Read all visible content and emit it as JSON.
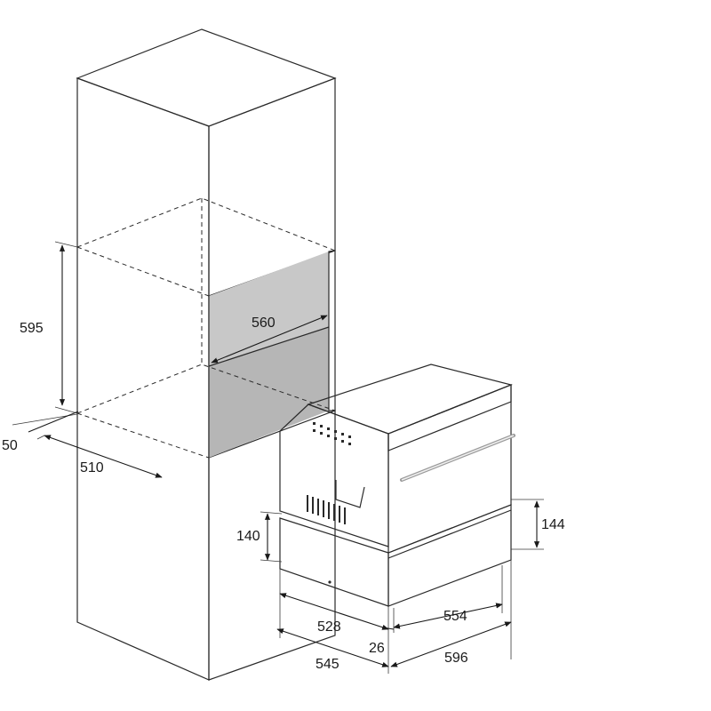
{
  "dimensions": {
    "d595": "595",
    "d560": "560",
    "d50": "50",
    "d510": "510",
    "d140": "140",
    "d144": "144",
    "d528": "528",
    "d26": "26",
    "d554": "554",
    "d545": "545",
    "d596": "596"
  },
  "colors": {
    "cabinet_fill": "#ffffff",
    "niche_back": "#c9c9c9",
    "niche_lower": "#b8b8b8",
    "appliance_body": "#e3e3e3",
    "glass_dark": "#3a3a3a",
    "line": "#2a2a2a"
  }
}
